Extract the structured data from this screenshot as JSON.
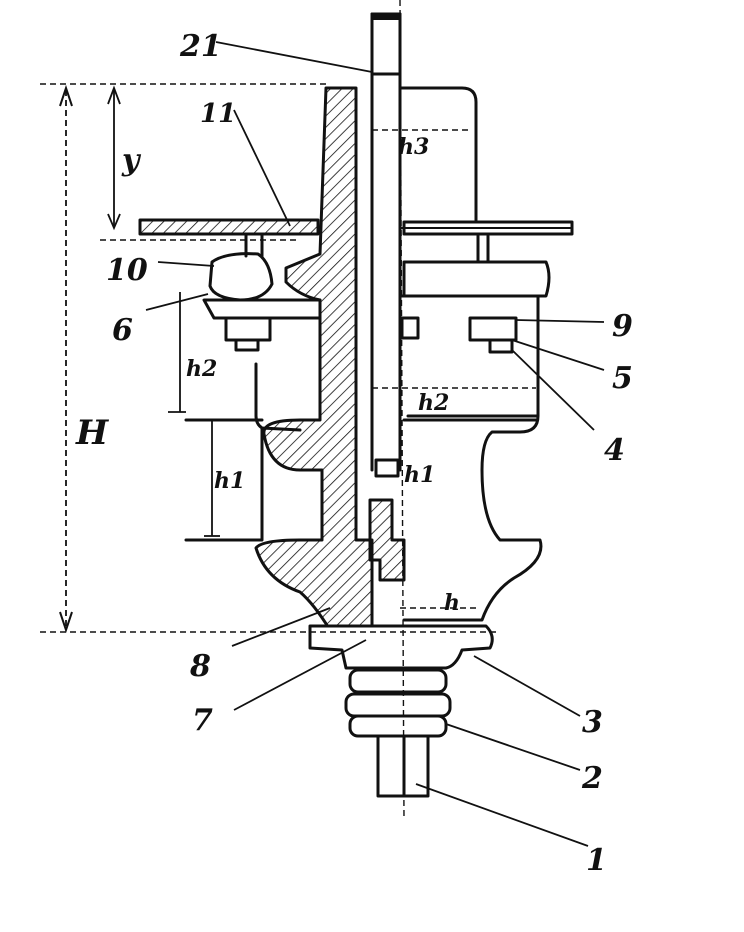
{
  "colors": {
    "ink": "#111111",
    "paper": "#ffffff"
  },
  "labels": {
    "top_rod": "21",
    "upper_leader": "11",
    "left_dim_top": "y",
    "left_part": "10",
    "left_hex": "6",
    "left_dim_mid": "h2",
    "left_dim_low": "h1",
    "overall_height": "H",
    "gap_top": "h3",
    "gap_mid": "h2",
    "gap_low": "h1",
    "base_gap": "h",
    "right_9": "9",
    "right_5": "5",
    "right_4": "4",
    "bottom_8": "8",
    "bottom_7": "7",
    "bottom_3": "3",
    "bottom_2": "2",
    "bottom_1": "1"
  }
}
